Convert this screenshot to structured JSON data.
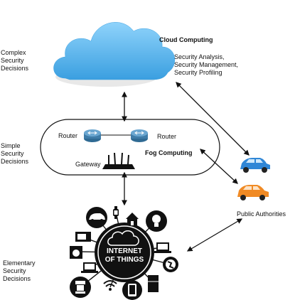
{
  "left_labels": {
    "complex": "Complex\nSecurity\nDecisions",
    "simple": "Simple\nSecurity\nDecisions",
    "elementary": "Elementary\nSecurity\nDecisions"
  },
  "cloud": {
    "title": "Cloud Computing",
    "description": "Security Analysis,\nSecurity Management,\nSecurity Profiling"
  },
  "fog": {
    "title": "Fog Computing",
    "router_left": "Router",
    "router_right": "Router",
    "gateway": "Gateway"
  },
  "public_authorities": "Public Authorities",
  "iot": {
    "line1": "INTERNET",
    "line2": "OF THINGS"
  },
  "colors": {
    "cloud": "#5bb8ec",
    "router": "#3f7ca8",
    "car_blue": "#2f86d6",
    "car_orange": "#f08a24",
    "dark": "#1a1a1a"
  }
}
